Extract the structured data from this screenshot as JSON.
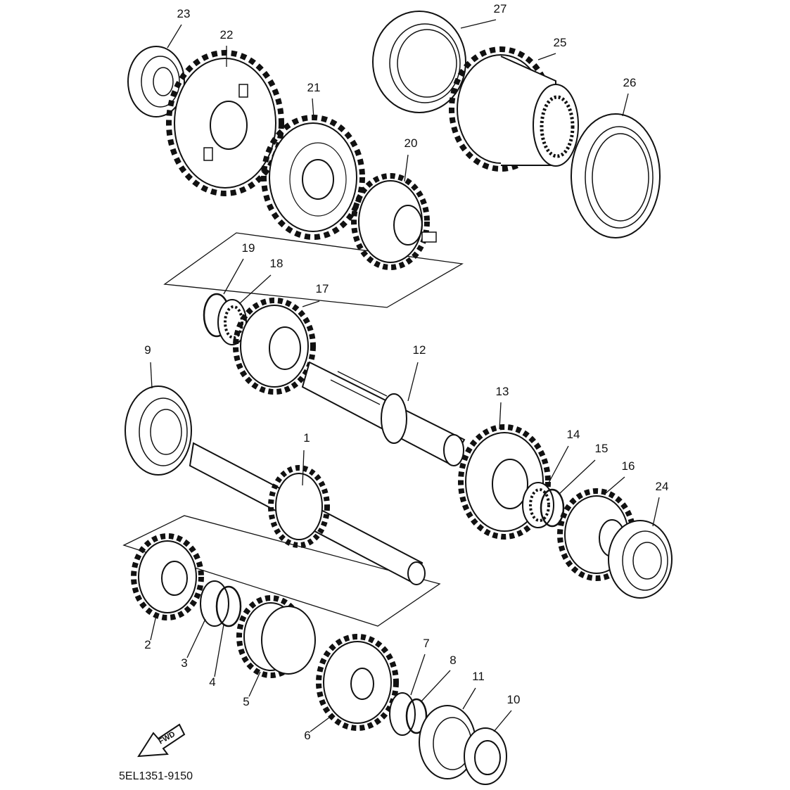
{
  "diagram": {
    "part_code": "5EL1351-9150",
    "fwd_label": "FWD",
    "part_labels": [
      "1",
      "2",
      "3",
      "4",
      "5",
      "6",
      "7",
      "8",
      "9",
      "10",
      "11",
      "12",
      "13",
      "14",
      "15",
      "16",
      "17",
      "18",
      "19",
      "20",
      "21",
      "22",
      "23",
      "24",
      "25",
      "26",
      "27"
    ]
  }
}
